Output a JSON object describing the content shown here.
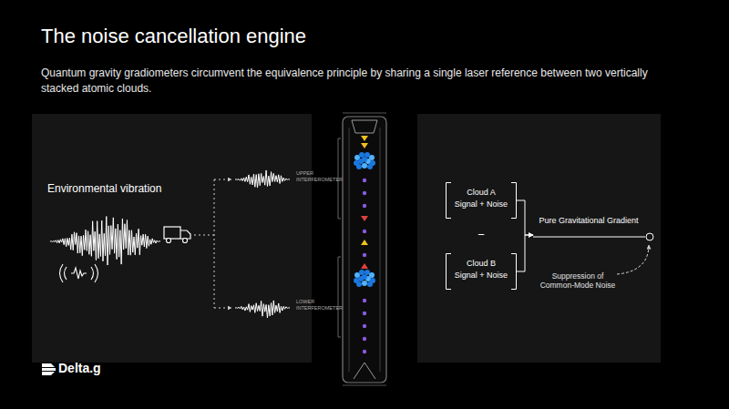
{
  "diagram": {
    "title": "The noise cancellation engine",
    "caption": "Quantum gravity gradiometers circumvent the equivalence principle by sharing a single laser reference between two vertically stacked atomic clouds.",
    "nodes": [
      {
        "text": [
          "Cloud A",
          "Signal + Noise"
        ]
      },
      {
        "text": [
          "Cloud B",
          "Signal + Noise"
        ]
      },
      {
        "text": [
          "Pure Gravitational Gradient"
        ]
      }
    ],
    "edges": [
      {
        "from": 0,
        "to": 2,
        "arrow": "to"
      },
      {
        "from": 1,
        "to": 2,
        "arrow": "to"
      }
    ],
    "labels": [
      "Environmental vibration",
      "UPPER INTERFEROMETER",
      "LOWER INTERFEROMETER",
      "−",
      "Suppression of Common-Mode Noise",
      "Delta.g"
    ]
  }
}
